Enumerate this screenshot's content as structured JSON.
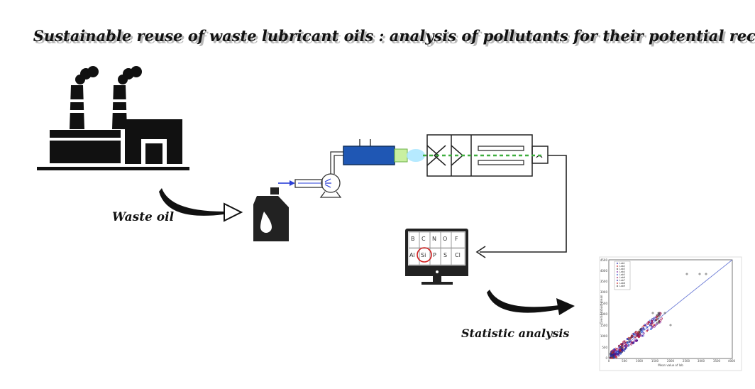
{
  "title": "Sustainable reuse of waste lubricant oils : analysis of pollutants for their potential recycle",
  "labels": {
    "waste_oil": "Waste oil",
    "statistic_analysis": "Statistic analysis"
  },
  "periodic_table": {
    "row1": [
      "B",
      "C",
      "N",
      "O",
      "F"
    ],
    "row2": [
      "Al",
      "Si",
      "P",
      "S",
      "Cl"
    ],
    "highlighted": "Si"
  },
  "scatter_plot": {
    "xlabel": "Mean value of lab",
    "ylabel": "Overall robust mean",
    "x_ticks": [
      "0",
      "500",
      "1000",
      "1500",
      "2000",
      "2500",
      "3000",
      "3500",
      "4000"
    ],
    "y_ticks": [
      "0",
      "500",
      "1000",
      "1500",
      "2000",
      "2500",
      "3000",
      "3500",
      "4000",
      "4500"
    ],
    "legend": [
      "Lab1",
      "Lab2",
      "Lab3",
      "Lab4",
      "Lab5",
      "Lab6",
      "Lab7",
      "Lab8",
      "Lab9"
    ]
  },
  "colors": {
    "ink": "#1a1a1a",
    "instrument_blue": "#1f57b4",
    "plasma_green": "#3fae3f",
    "highlight_red": "#d22020",
    "flow_blue": "#2a3fd8"
  }
}
